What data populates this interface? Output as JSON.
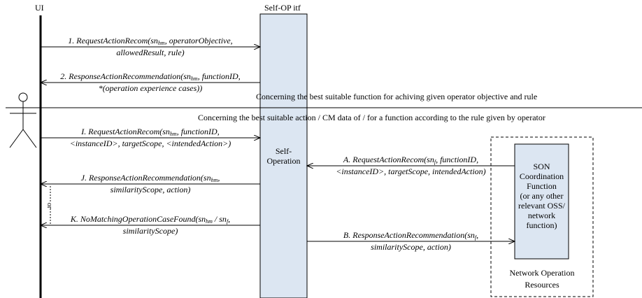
{
  "participants": {
    "ui": "UI",
    "self_op_itf": "Self-OP itf",
    "self_operation": [
      "Self-",
      "Operation"
    ],
    "son_function": [
      "SON",
      "Coordination",
      "Function",
      "(or any other",
      "relevant OSS/",
      "network",
      "function)"
    ],
    "network_resources": [
      "Network Operation",
      "Resources"
    ]
  },
  "separators": {
    "first": "Concerning the best suitable function for achiving given operator objective and rule",
    "second": "Concerning the best suitable action / CM data of / for a function according to the rule given by operator"
  },
  "alt_marker": "or",
  "messages": {
    "m1": {
      "pre": "1. RequestActionRecom(sn",
      "sub": "hm",
      "post": ", operatorObjective,",
      "line2": "allowedResult, rule)"
    },
    "m2": {
      "pre": "2. ResponseActionRecommendation(sn",
      "sub": "hm",
      "post": ", functionID,",
      "line2": "*(operation experience cases))"
    },
    "mI": {
      "pre": "I. RequestActionRecom(sn",
      "sub": "hm",
      "post": ", functionID,",
      "line2": "<instanceID>, targetScope, <intendedAction>)"
    },
    "mJ": {
      "pre": "J. ResponseActionRecommendation(sn",
      "sub": "hm",
      "post": ",",
      "line2": "similarityScope, action)"
    },
    "mK": {
      "pre": "K. NoMatchingOperationCaseFound(sn",
      "sub": "hm",
      "mid": " / sn",
      "sub2": "f",
      "post": ",",
      "line2": "similarityScope)"
    },
    "mA": {
      "pre": "A. RequestActionRecom(sn",
      "sub": "f",
      "post": ", functionID,",
      "line2": "<instanceID>, targetScope, intendedAction)"
    },
    "mB": {
      "pre": "B. ResponseActionRecommendation(sn",
      "sub": "f",
      "post": ",",
      "line2": "similarityScope, action)"
    }
  }
}
